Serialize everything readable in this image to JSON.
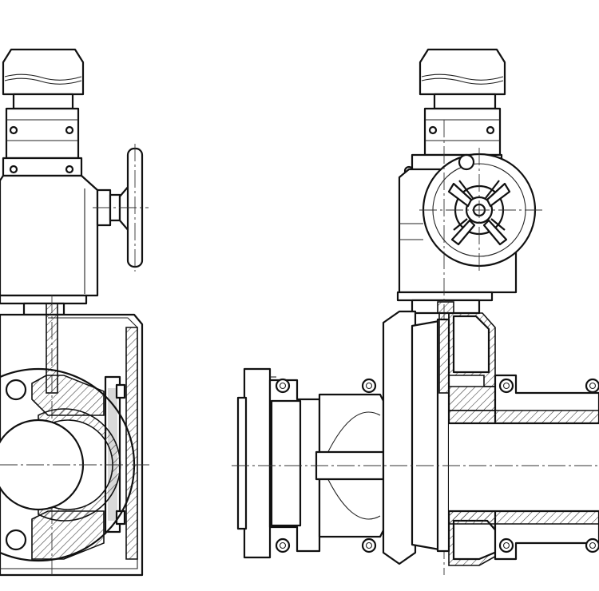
{
  "drawing": {
    "views": [
      {
        "name": "side-sectional-view",
        "components": [
          "actuator-motor",
          "gearbox",
          "handwheel",
          "valve-body-section",
          "pipe-opening"
        ]
      },
      {
        "name": "front-sectional-view",
        "components": [
          "actuator-motor",
          "gearbox",
          "handwheel",
          "inlet-flange",
          "gate-section",
          "outlet-pipe-section",
          "bolts"
        ]
      }
    ],
    "colors": {
      "line": "#111111",
      "background": "#ffffff",
      "hatch": "#333333"
    }
  }
}
